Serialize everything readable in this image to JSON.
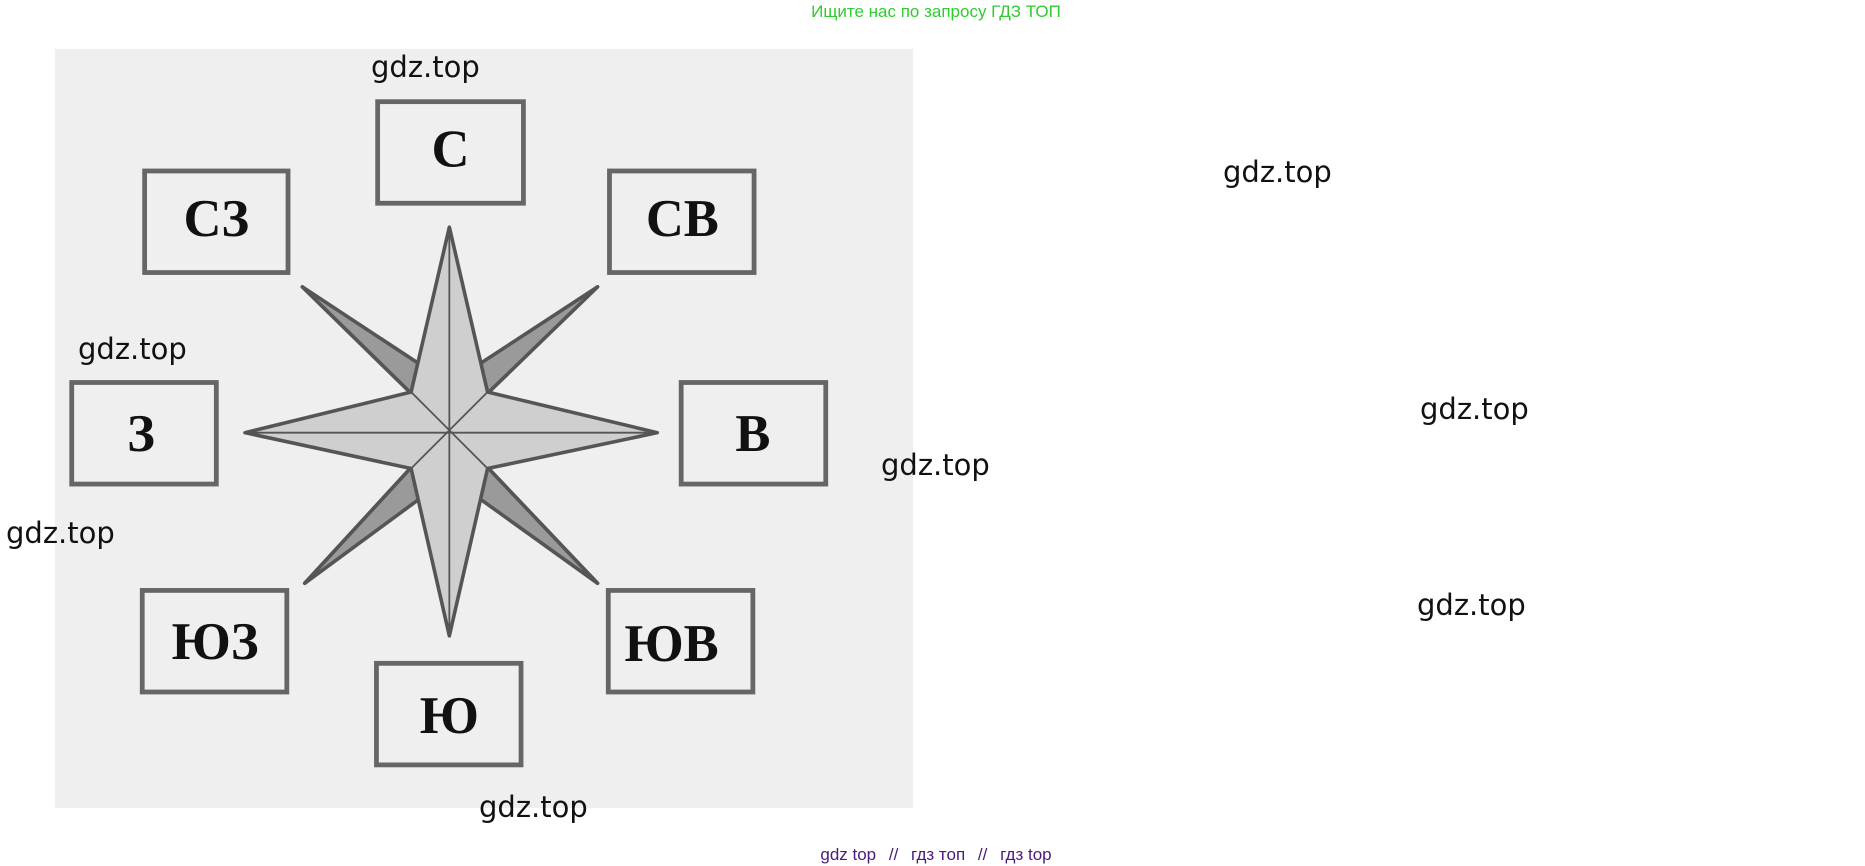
{
  "banner": "Ищите нас по запросу ГДЗ ТОП",
  "footer": {
    "links": [
      "gdz top",
      "//",
      "гдз топ",
      "//",
      "гдз top"
    ]
  },
  "watermark": "gdz.top",
  "compass": {
    "north": "С",
    "northwest": "СЗ",
    "northeast": "СВ",
    "west": "З",
    "east": "В",
    "southwest": "ЮЗ",
    "southeast": "ЮВ",
    "south": "Ю"
  },
  "colors": {
    "banner": "#2ecc2e",
    "footer": "#4b1a7a"
  }
}
